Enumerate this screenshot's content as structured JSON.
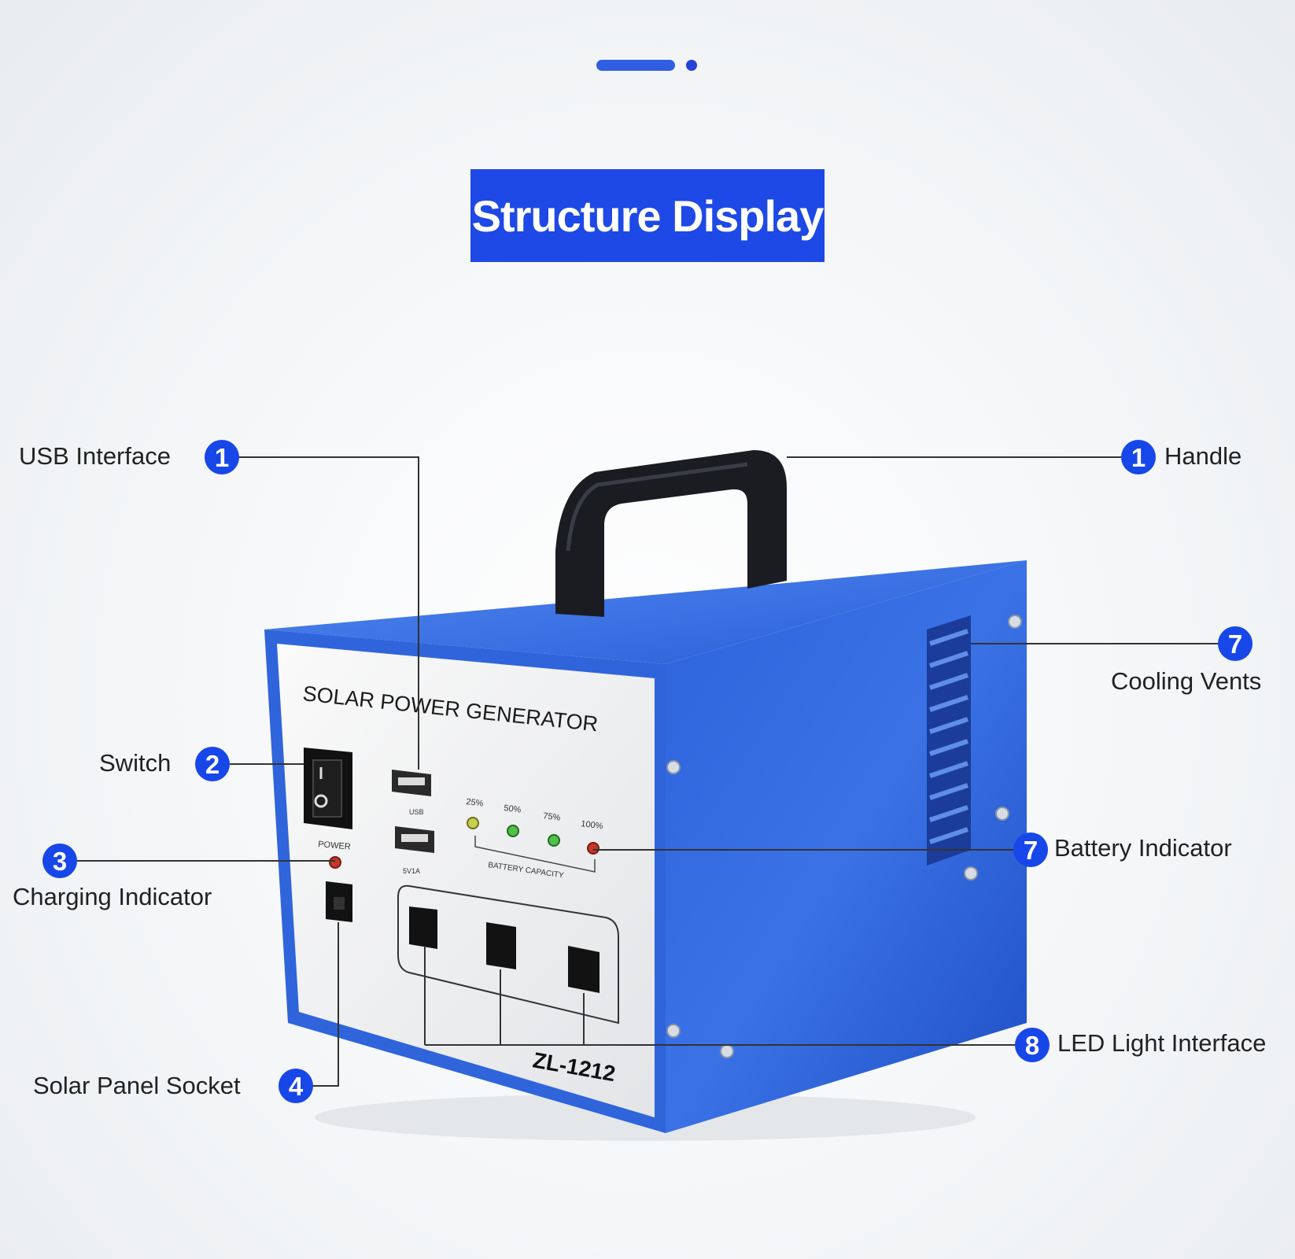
{
  "title": "Structure Display",
  "colors": {
    "accent": "#1e49e6",
    "device_blue": "#2a5fd8",
    "handle": "#1a1c22"
  },
  "device": {
    "brand": "SOLAR POWER GENERATOR",
    "model": "ZL-1212",
    "power_label": "POWER",
    "usb_label": "USB",
    "usb2_label": "5V1A",
    "battery_levels": [
      "25%",
      "50%",
      "75%",
      "100%"
    ],
    "battery_caption": "BATTERY CAPACITY"
  },
  "callouts": [
    {
      "id": "usb-interface",
      "number": "1",
      "label": "USB Interface"
    },
    {
      "id": "handle",
      "number": "1",
      "label": "Handle"
    },
    {
      "id": "cooling-vents",
      "number": "7",
      "label": "Cooling Vents"
    },
    {
      "id": "switch",
      "number": "2",
      "label": "Switch"
    },
    {
      "id": "charging-indicator",
      "number": "3",
      "label": "Charging Indicator"
    },
    {
      "id": "battery-indicator",
      "number": "7",
      "label": "Battery Indicator"
    },
    {
      "id": "led-light-interface",
      "number": "8",
      "label": "LED Light Interface"
    },
    {
      "id": "solar-panel-socket",
      "number": "4",
      "label": "Solar Panel Socket"
    }
  ]
}
